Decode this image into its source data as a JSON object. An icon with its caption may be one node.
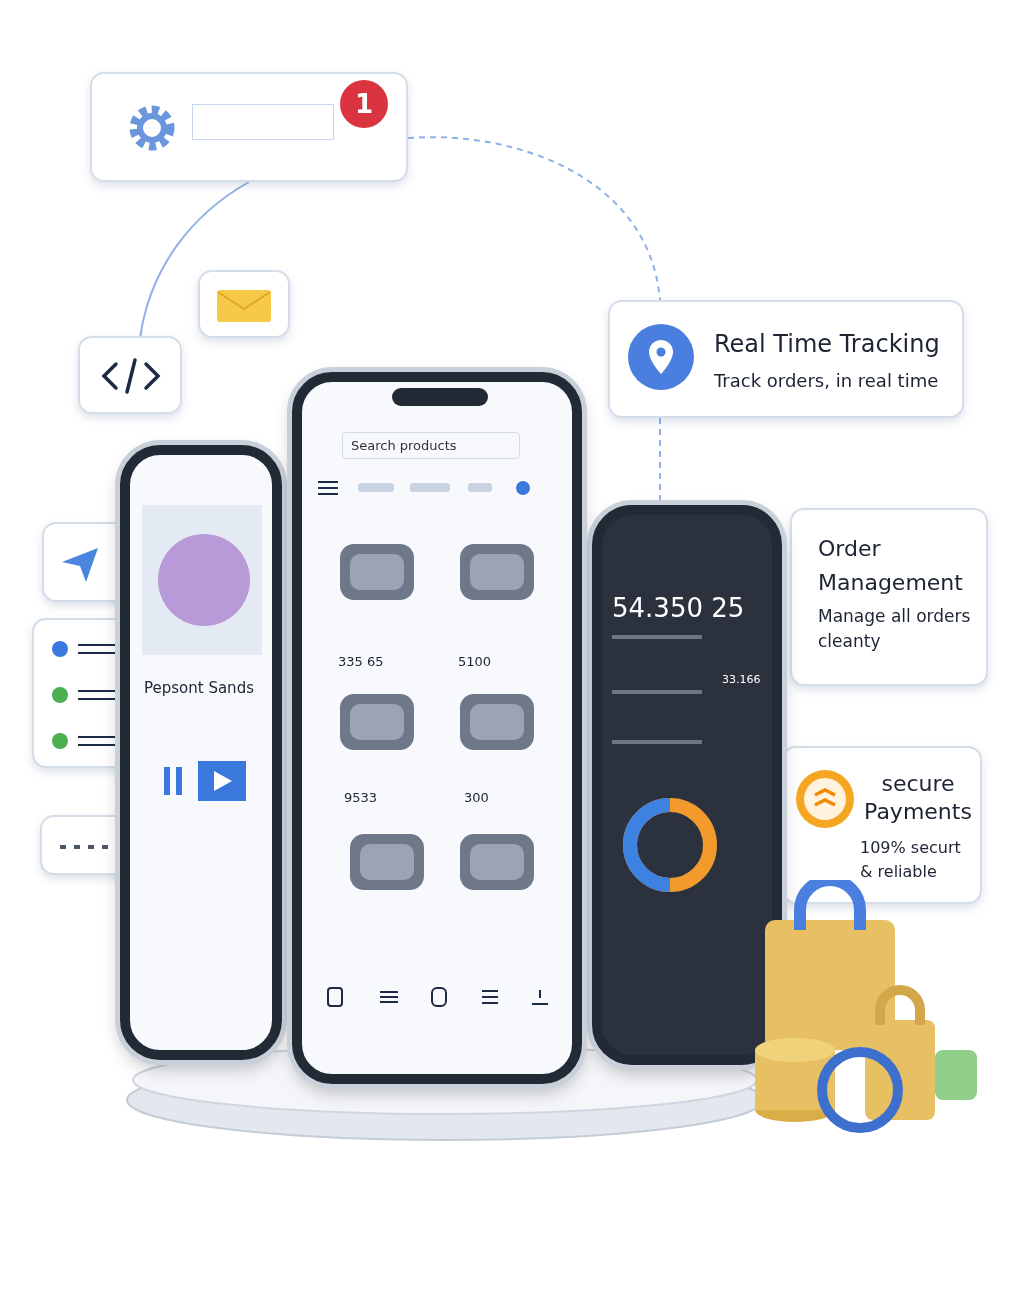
{
  "diagram": {
    "nodes": [
      {
        "text": [
          "1"
        ]
      },
      {
        "text": [
          "Real Time Tracking",
          "Track orders, in real time"
        ]
      },
      {
        "text": [
          "Pepsont Sands"
        ]
      },
      {
        "text": [
          "Search products",
          "335 65",
          "5100",
          "9533",
          "300"
        ]
      },
      {
        "text": [
          "54.350 25",
          "33.166"
        ]
      },
      {
        "text": [
          "Order Management",
          "Manage all orders cleanty"
        ]
      },
      {
        "text": [
          "secure Payments",
          "109% securt & reliable"
        ]
      },
      {
        "text": [],
        "shape": "box"
      }
    ],
    "edges": [
      {
        "from": 0,
        "to": 1,
        "arrow": "none",
        "style": "dashed"
      },
      {
        "from": 1,
        "to": 4,
        "arrow": "none",
        "style": "dashed"
      },
      {
        "from": 0,
        "to": 7,
        "arrow": "none"
      }
    ]
  }
}
